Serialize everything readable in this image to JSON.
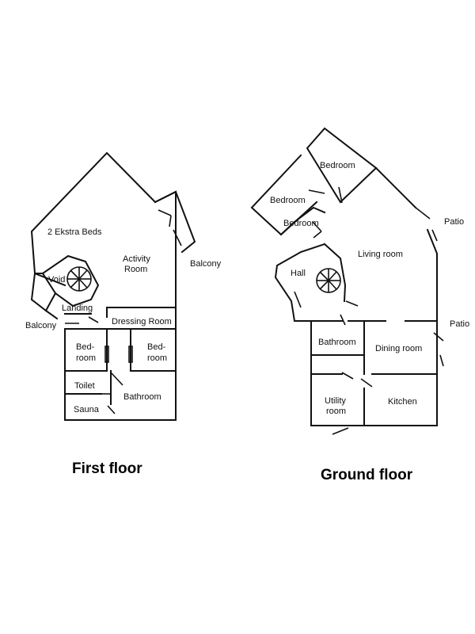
{
  "first_floor": {
    "title": "First floor",
    "rooms": {
      "extra_beds": "2 Ekstra Beds",
      "activity_room": [
        "Activity",
        "Room"
      ],
      "balcony_right": "Balcony",
      "void": "Void",
      "landing": "Landing",
      "balcony_left": "Balcony",
      "dressing_room": "Dressing Room",
      "bedroom_left": [
        "Bed-",
        "room"
      ],
      "bedroom_right": [
        "Bed-",
        "room"
      ],
      "toilet": "Toilet",
      "bathroom": "Bathroom",
      "sauna": "Sauna"
    }
  },
  "ground_floor": {
    "title": "Ground floor",
    "rooms": {
      "bedroom_top": "Bedroom",
      "bedroom_left": "Bedroom",
      "bedroom_lower": "Bedroom",
      "patio_top": "Patio",
      "living_room": "Living room",
      "hall": "Hall",
      "bathroom": "Bathroom",
      "dining_room": "Dining room",
      "patio_right": "Patio",
      "utility_room": [
        "Utility",
        "room"
      ],
      "kitchen": "Kitchen"
    }
  }
}
